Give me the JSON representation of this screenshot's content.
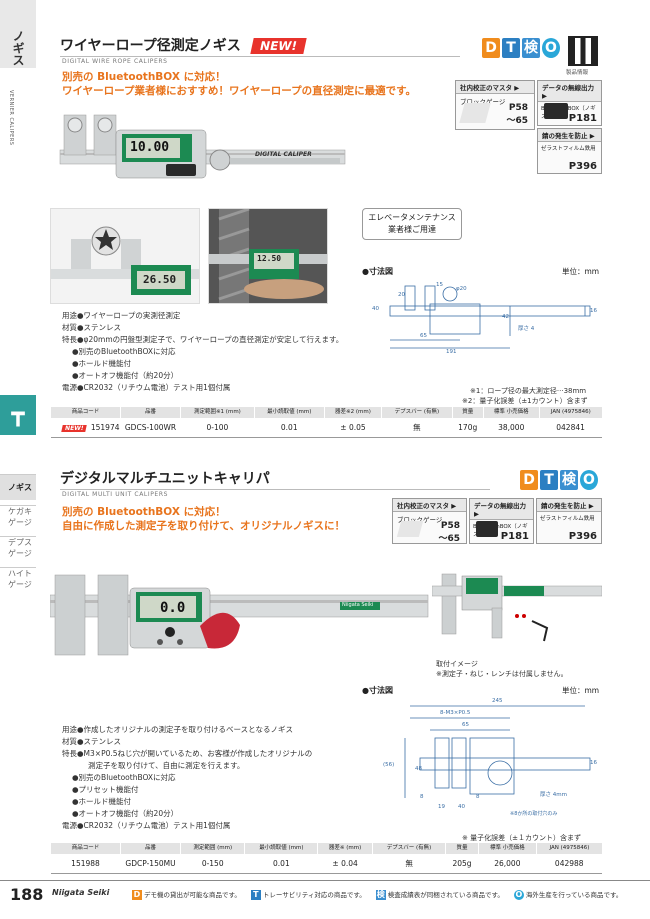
{
  "page_number": "188",
  "brand": "Niigata Seiki",
  "sidebar": {
    "top_label": "ノギス",
    "vertical_en": "VERNIER CALIPERS",
    "tabs": [
      "ノギス",
      "ケガキゲージ",
      "デプスゲージ",
      "ハイトゲージ"
    ]
  },
  "badges": {
    "d": "D",
    "t": "T",
    "k": "検",
    "o": "O",
    "qr_caption": "製品情報"
  },
  "section1": {
    "title": "ワイヤーロープ径測定ノギス",
    "new_label": "NEW!",
    "subtitle": "DIGITAL WIRE ROPE CALIPERS",
    "headline1": "別売の BluetoothBOX に対応！",
    "headline2": "ワイヤーロープ業者様におすすめ！ワイヤーロープの直径測定に最適です。",
    "lcd_main": "10.00",
    "lcd_secondary": "26.50",
    "lcd_third": "12.50",
    "scale_text": "DIGITAL CALIPER",
    "callout": [
      "エレベータメンテナンス",
      "業者様ご用達"
    ],
    "dim_title": "●寸法図",
    "unit": "単位：mm",
    "dims": {
      "d1": "15",
      "d2": "20",
      "d3": "40",
      "d4": "65",
      "d5": "191",
      "d6": "16",
      "d7": "42",
      "d8": "φ20",
      "d9": "厚さ 4"
    },
    "spec_lines": [
      "用途●ワイヤーロープの実測径測定",
      "材質●ステンレス",
      "特長●φ20mmの円盤型測定子で、ワイヤーロープの直径測定が安定して行えます。",
      "●別売のBluetoothBOXに対応",
      "●ホールド機能付",
      "●オートオフ機能付（約20分）",
      "電源●CR2032（リチウム電池）テスト用1個付属"
    ],
    "notes": [
      "※1：ロープ径の最大測定径···38mm",
      "※2：量子化誤差（±1カウント）含まず"
    ],
    "table": {
      "headers": [
        "商品コード",
        "品番",
        "測定範囲※1 (mm)",
        "最小読取値 (mm)",
        "器差※2 (mm)",
        "デプスバー (有無)",
        "質量",
        "標準 小売価格",
        "JAN (4975846)"
      ],
      "row": {
        "new": "NEW!",
        "code": "151974",
        "model": "GDCS-100WR",
        "range": "0-100",
        "min": "0.01",
        "err": "± 0.05",
        "depth": "無",
        "mass": "170g",
        "price": "38,000",
        "jan": "042841"
      }
    }
  },
  "infoboxes": [
    {
      "head": "社内校正のマスタ ▶",
      "body": "ブロックゲージ",
      "page": "P58\n～65"
    },
    {
      "head": "データの無線出力 ▶",
      "body": "BluetoothBOX（ノギス用）",
      "page": "P181"
    },
    {
      "head": "錆の発生を防止 ▶",
      "body": "ゼラストフィルム鉄用",
      "page": "P396"
    }
  ],
  "section2": {
    "title": "デジタルマルチユニットキャリパ",
    "subtitle": "DIGITAL MULTI UNIT CALIPERS",
    "headline1": "別売の BluetoothBOX に対応！",
    "headline2": "自由に作成した測定子を取り付けて、オリジナルノギスに！",
    "lcd_main": "0.0",
    "attach_caption1": "取付イメージ",
    "attach_caption2": "※測定子・ねじ・レンチは付属しません。",
    "dim_title": "●寸法図",
    "unit": "単位：mm",
    "dims": {
      "d1": "245",
      "d2": "8-M3×P0.5",
      "d3": "65",
      "d4": "48",
      "d5": "(56)",
      "d6": "16",
      "d7": "8",
      "d8": "19",
      "d9": "40",
      "d10": "8",
      "d11": "厚さ 4mm",
      "d12": "※8か所の取付穴のみ"
    },
    "spec_lines": [
      "用途●作成したオリジナルの測定子を取り付けるベースとなるノギス",
      "材質●ステンレス",
      "特長●M3×P0.5ねじ穴が開いているため、お客様が作成したオリジナルの",
      "測定子を取り付けて、自由に測定を行えます。",
      "●別売のBluetoothBOXに対応",
      "●プリセット機能付",
      "●ホールド機能付",
      "●オートオフ機能付（約20分）",
      "電源●CR2032（リチウム電池）テスト用1個付属"
    ],
    "note": "※ 量子化誤差（±１カウント）含まず",
    "table": {
      "headers": [
        "商品コード",
        "品番",
        "測定範囲 (mm)",
        "最小読取値 (mm)",
        "器差※ (mm)",
        "デプスバー (有無)",
        "質量",
        "標準 小売価格",
        "JAN (4975846)"
      ],
      "row": {
        "code": "151988",
        "model": "GDCP-150MU",
        "range": "0-150",
        "min": "0.01",
        "err": "± 0.04",
        "depth": "無",
        "mass": "205g",
        "price": "26,000",
        "jan": "042988"
      }
    }
  },
  "footer": {
    "legend": [
      {
        "icon": "D",
        "color": "#f08c1d",
        "text": "デモ機の貸出が可能な商品です。"
      },
      {
        "icon": "T",
        "color": "#2c7fc2",
        "text": "トレーサビリティ対応の商品です。"
      },
      {
        "icon": "検",
        "color": "#3a8fd0",
        "text": "検査成績表が同梱されている商品です。"
      },
      {
        "icon": "O",
        "color": "#2aa7d8",
        "text": "海外生産を行っている商品です。"
      }
    ]
  },
  "colors": {
    "accent_teal": "#2e9e9a",
    "headline_orange": "#e8741d",
    "new_red": "#e8332c",
    "lcd_green": "#1c8a52"
  }
}
